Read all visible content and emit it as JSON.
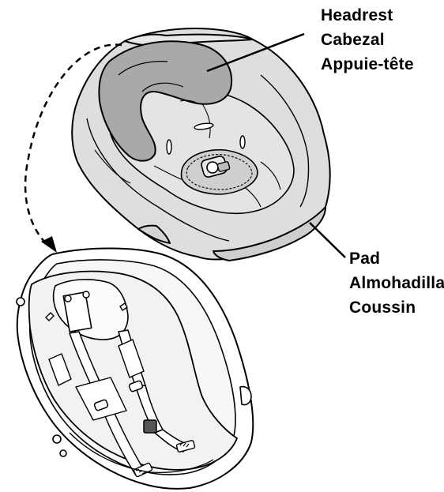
{
  "callouts": {
    "headrest": {
      "en": "Headrest",
      "es": "Cabezal",
      "fr": "Appuie-tête"
    },
    "pad": {
      "en": "Pad",
      "es": "Almohadilla",
      "fr": "Coussin"
    }
  },
  "colors": {
    "line": "#000000",
    "pad_fill": "#dedede",
    "headrest_fill": "#a9a9a9",
    "frame_fill": "#ffffff",
    "shell_fill": "#f2f2f2"
  }
}
